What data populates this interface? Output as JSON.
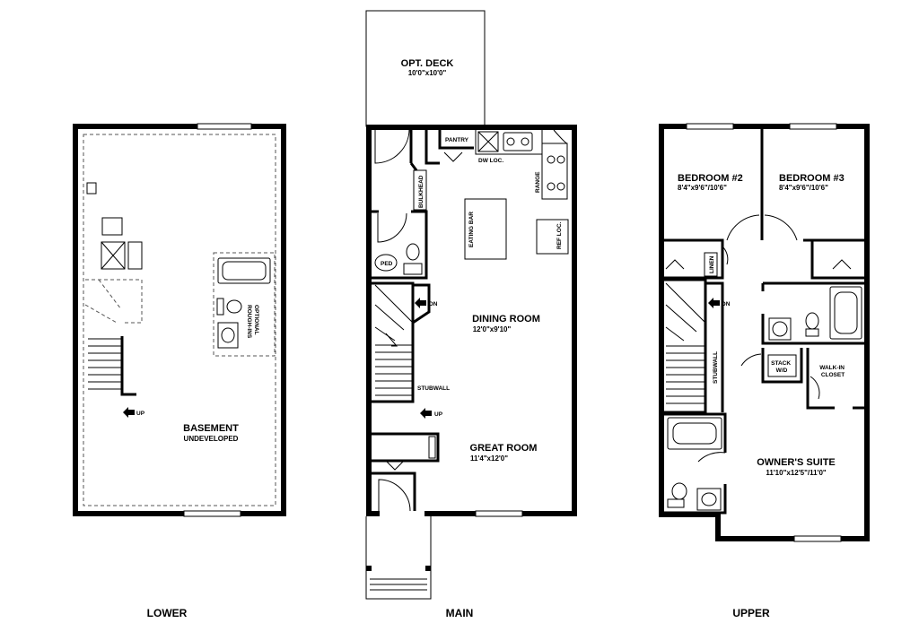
{
  "levels": {
    "lower": "LOWER",
    "main": "MAIN",
    "upper": "UPPER"
  },
  "lower": {
    "basement": {
      "name": "BASEMENT",
      "note": "UNDEVELOPED"
    },
    "optional_line1": "OPTIONAL",
    "optional_line2": "ROUGH-INS",
    "up": "UP"
  },
  "main": {
    "deck": {
      "name": "OPT. DECK",
      "dim": "10'0\"x10'0\""
    },
    "pantry": "PANTRY",
    "dw_loc": "DW LOC.",
    "range": "RANGE",
    "bulkhead": "BULKHEAD",
    "eating_bar": "EATING BAR",
    "ref_loc": "REF LOC.",
    "ped": "PED",
    "dn": "DN",
    "up": "UP",
    "stubwall": "STUBWALL",
    "dining": {
      "name": "DINING ROOM",
      "dim": "12'0\"x9'10\""
    },
    "great": {
      "name": "GREAT ROOM",
      "dim": "11'4\"x12'0\""
    }
  },
  "upper": {
    "bed2": {
      "name": "BEDROOM #2",
      "dim": "8'4\"x9'6\"/10'6\""
    },
    "bed3": {
      "name": "BEDROOM #3",
      "dim": "8'4\"x9'6\"/10'6\""
    },
    "linen": "LINEN",
    "dn": "DN",
    "stubwall": "STUBWALL",
    "stack_line1": "STACK",
    "stack_line2": "W/D",
    "walkin_line1": "WALK-IN",
    "walkin_line2": "CLOSET",
    "owners": {
      "name": "OWNER'S SUITE",
      "dim": "11'10\"x12'5\"/11'0\""
    }
  }
}
